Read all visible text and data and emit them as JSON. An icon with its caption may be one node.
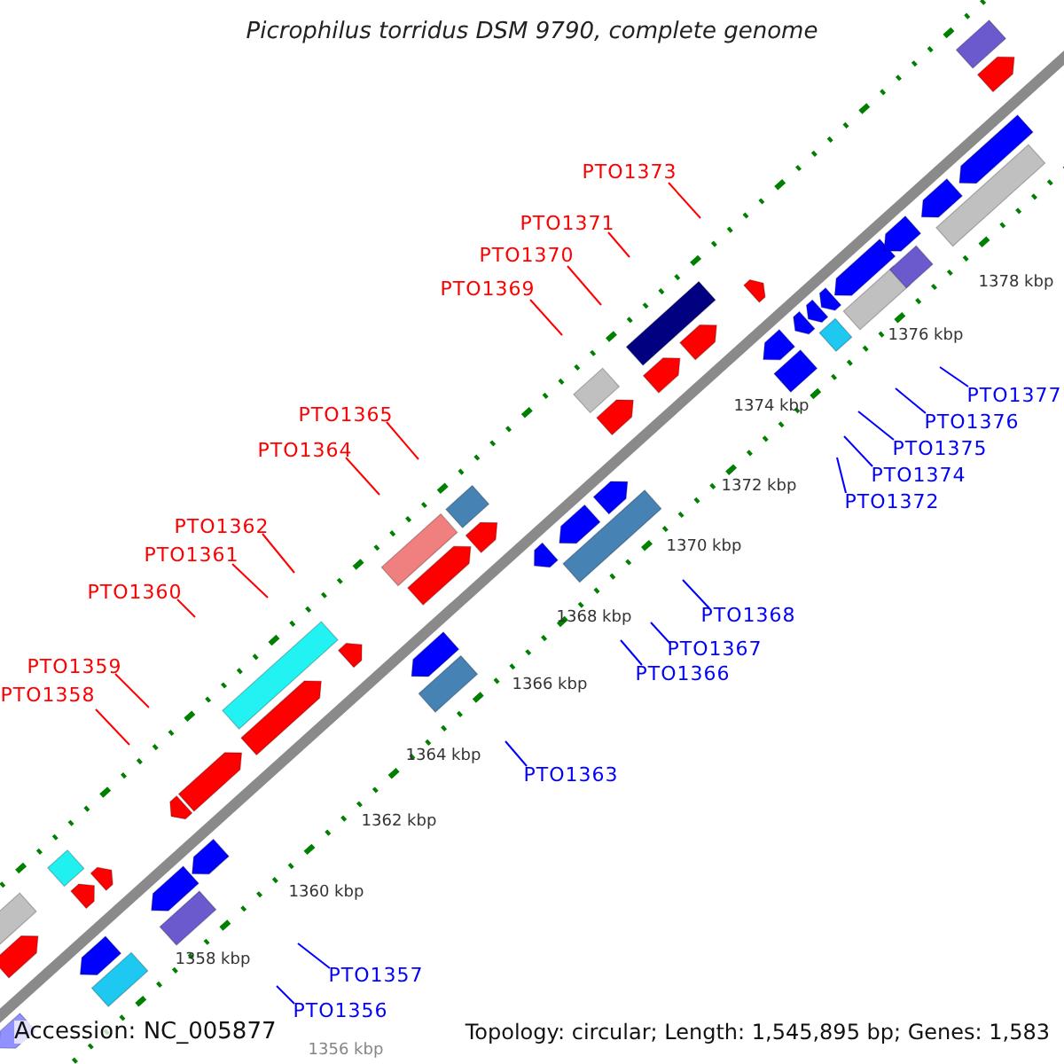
{
  "diagram": {
    "title": "Picrophilus torridus DSM 9790, complete genome",
    "nodes": [
      {
        "text": [
          "PTO1373"
        ]
      },
      {
        "text": [
          "PTO1371"
        ]
      },
      {
        "text": [
          "PTO1370"
        ]
      },
      {
        "text": [
          "PTO1369"
        ]
      },
      {
        "text": [
          "PTO1377"
        ]
      },
      {
        "text": [
          "PTO1365"
        ]
      },
      {
        "text": [
          "PTO1376"
        ]
      },
      {
        "text": [
          "PTO1375"
        ]
      },
      {
        "text": [
          "PTO1364"
        ]
      },
      {
        "text": [
          "PTO1374"
        ]
      },
      {
        "text": [
          "PTO1372"
        ]
      },
      {
        "text": [
          "PTO1362"
        ]
      },
      {
        "text": [
          "PTO1361"
        ]
      },
      {
        "text": [
          "PTO1360"
        ]
      },
      {
        "text": [
          "PTO1368"
        ]
      },
      {
        "text": [
          "PTO1367"
        ]
      },
      {
        "text": [
          "PTO1359"
        ]
      },
      {
        "text": [
          "PTO1366"
        ]
      },
      {
        "text": [
          "PTO1358"
        ]
      },
      {
        "text": [
          "PTO1363"
        ]
      },
      {
        "text": [
          "PTO1357"
        ]
      },
      {
        "text": [
          "PTO1356"
        ]
      }
    ],
    "edges": [
      {
        "from": 0,
        "to": null,
        "arrow": "none",
        "color": "#ff0000"
      },
      {
        "from": 1,
        "to": null,
        "arrow": "none",
        "color": "#ff0000"
      },
      {
        "from": 2,
        "to": null,
        "arrow": "none",
        "color": "#ff0000"
      },
      {
        "from": 3,
        "to": null,
        "arrow": "none",
        "color": "#ff0000"
      },
      {
        "from": 4,
        "to": null,
        "arrow": "none",
        "color": "#0000ff"
      },
      {
        "from": 5,
        "to": null,
        "arrow": "none",
        "color": "#ff0000"
      },
      {
        "from": 6,
        "to": null,
        "arrow": "none",
        "color": "#0000ff"
      },
      {
        "from": 7,
        "to": null,
        "arrow": "none",
        "color": "#0000ff"
      },
      {
        "from": 8,
        "to": null,
        "arrow": "none",
        "color": "#ff0000"
      },
      {
        "from": 9,
        "to": null,
        "arrow": "none",
        "color": "#0000ff"
      },
      {
        "from": 10,
        "to": null,
        "arrow": "none",
        "color": "#0000ff"
      },
      {
        "from": 11,
        "to": null,
        "arrow": "none",
        "color": "#ff0000"
      },
      {
        "from": 12,
        "to": null,
        "arrow": "none",
        "color": "#ff0000"
      },
      {
        "from": 13,
        "to": null,
        "arrow": "none",
        "color": "#ff0000"
      },
      {
        "from": 14,
        "to": null,
        "arrow": "none",
        "color": "#0000ff"
      },
      {
        "from": 15,
        "to": null,
        "arrow": "none",
        "color": "#0000ff"
      },
      {
        "from": 16,
        "to": null,
        "arrow": "none",
        "color": "#ff0000"
      },
      {
        "from": 17,
        "to": null,
        "arrow": "none",
        "color": "#0000ff"
      },
      {
        "from": 18,
        "to": null,
        "arrow": "none",
        "color": "#ff0000"
      },
      {
        "from": 19,
        "to": null,
        "arrow": "none",
        "color": "#0000ff"
      },
      {
        "from": 20,
        "to": null,
        "arrow": "none",
        "color": "#0000ff"
      },
      {
        "from": 21,
        "to": null,
        "arrow": "none",
        "color": "#0000ff"
      }
    ],
    "labels": [
      "1378 kbp",
      "1376 kbp",
      "1374 kbp",
      "1372 kbp",
      "1370 kbp",
      "1368 kbp",
      "1366 kbp",
      "1364 kbp",
      "1362 kbp",
      "1360 kbp",
      "1358 kbp",
      "1356 kbp",
      "Accession: NC_005877",
      "Topology: circular; Length: 1,545,895 bp; Genes: 1,583"
    ]
  }
}
